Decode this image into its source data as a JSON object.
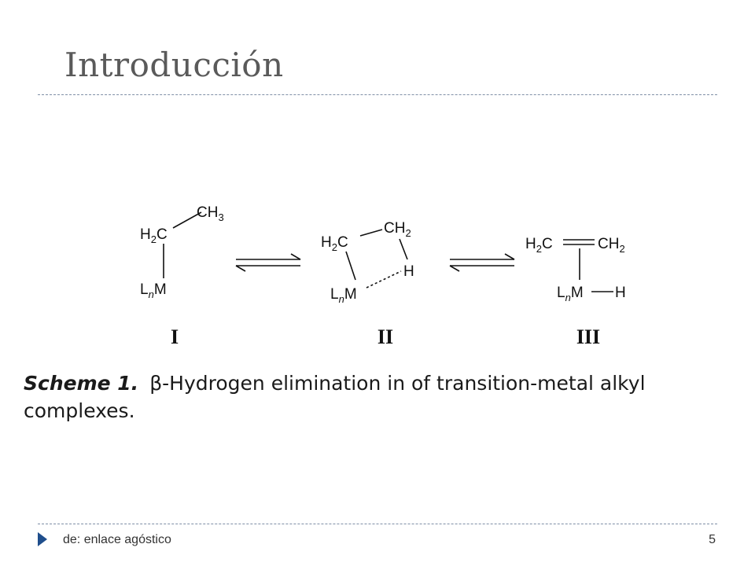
{
  "slide": {
    "title": "Introducción"
  },
  "scheme": {
    "structure_I": {
      "ch3": "CH",
      "ch3_sub": "3",
      "h2c_h": "H",
      "h2c_sub": "2",
      "h2c_c": "C",
      "lnm_l": "L",
      "lnm_n": "n",
      "lnm_m": "M",
      "label": "I"
    },
    "structure_II": {
      "h2c_h": "H",
      "h2c_sub": "2",
      "h2c_c": "C",
      "ch2": "CH",
      "ch2_sub": "2",
      "h": "H",
      "lnm_l": "L",
      "lnm_n": "n",
      "lnm_m": "M",
      "label": "II"
    },
    "structure_III": {
      "h2c_h": "H",
      "h2c_sub": "2",
      "h2c_c": "C",
      "ch2": "CH",
      "ch2_sub": "2",
      "lnm_l": "L",
      "lnm_n": "n",
      "lnm_m": "M",
      "h": "H",
      "label": "III"
    },
    "caption_label": "Scheme 1.",
    "caption_text": "β-Hydrogen elimination in of transition-metal alkyl complexes."
  },
  "footer": {
    "text": "de: enlace agóstico",
    "page_number": "5",
    "accent_color": "#1f4e8c"
  }
}
